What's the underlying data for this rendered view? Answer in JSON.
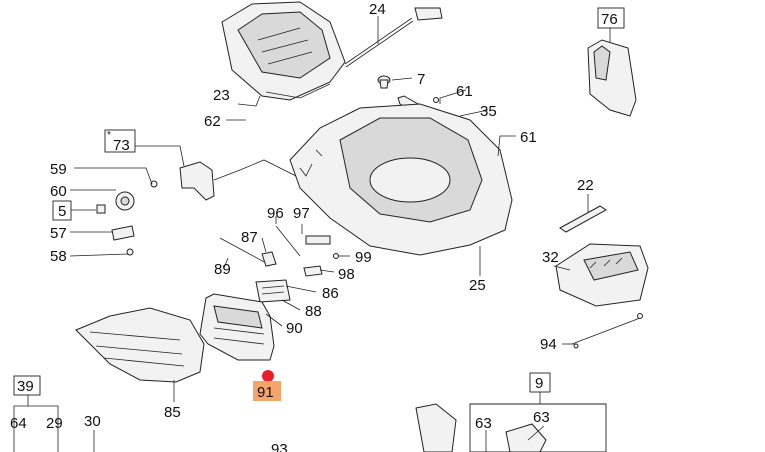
{
  "diagram": {
    "labels": {
      "l24": "24",
      "l76": "76",
      "l7": "7",
      "l61a": "61",
      "l23": "23",
      "l62": "62",
      "l35": "35",
      "l61b": "61",
      "l73": "73",
      "l73_star": "*",
      "l59": "59",
      "l60": "60",
      "l5": "5",
      "l57": "57",
      "l58": "58",
      "l96": "96",
      "l97": "97",
      "l87": "87",
      "l99": "99",
      "l98": "98",
      "l89": "89",
      "l86": "86",
      "l88": "88",
      "l90": "90",
      "l22": "22",
      "l32": "32",
      "l25": "25",
      "l94": "94",
      "l91": "91",
      "l85": "85",
      "l39": "39",
      "l64": "64",
      "l29": "29",
      "l30": "30",
      "l9": "9",
      "l63a": "63",
      "l63b": "63",
      "l93": "93"
    },
    "highlight": {
      "color": "#f5a46a",
      "marker_color": "#e8202a"
    }
  }
}
